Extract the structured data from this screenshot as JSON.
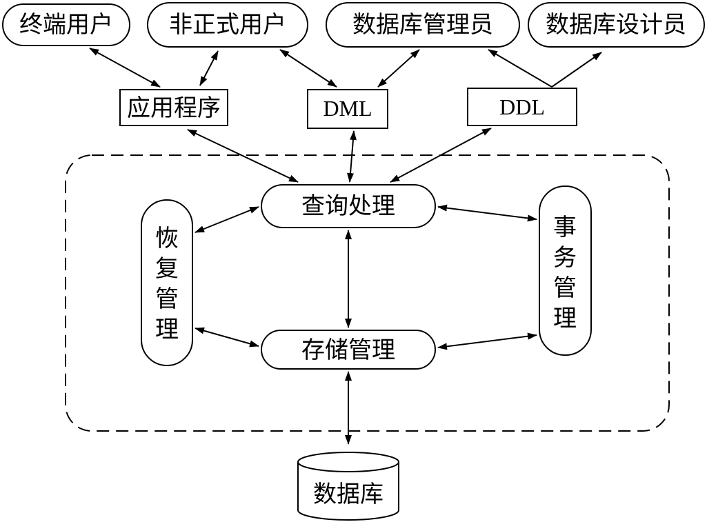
{
  "users": {
    "end_user": "终端用户",
    "casual_user": "非正式用户",
    "dba": "数据库管理员",
    "db_designer": "数据库设计员"
  },
  "interfaces": {
    "app_program": "应用程序",
    "dml": "DML",
    "ddl": "DDL"
  },
  "components": {
    "query_processing": "查询处理",
    "storage_management": "存储管理",
    "recovery_management": [
      "恢",
      "复",
      "管",
      "理"
    ],
    "transaction_management": [
      "事",
      "务",
      "管",
      "理"
    ]
  },
  "database": "数据库"
}
